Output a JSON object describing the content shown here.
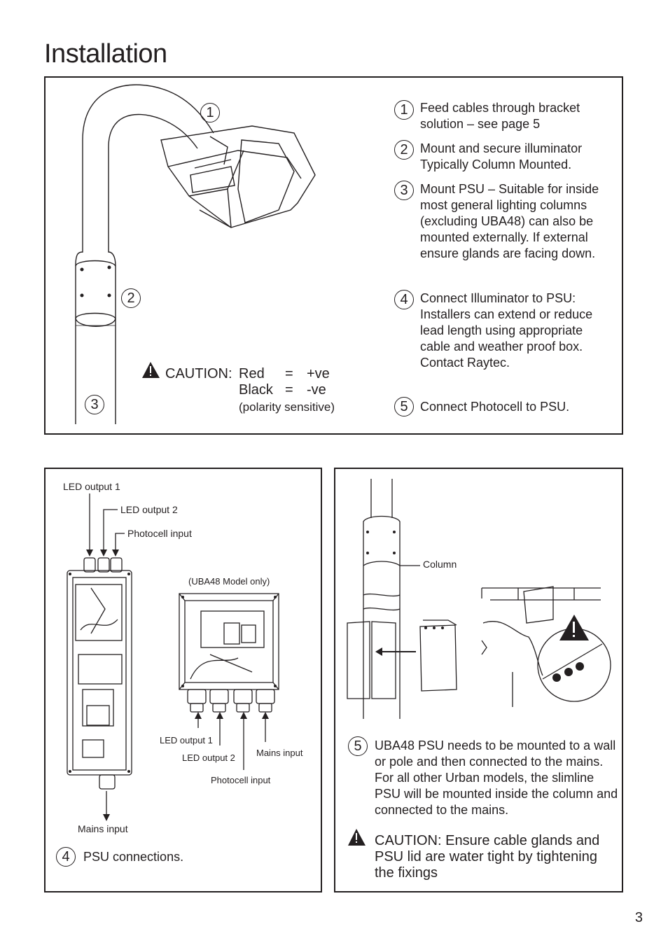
{
  "page": {
    "title": "Installation",
    "number": "3"
  },
  "top_panel": {
    "callouts": [
      "1",
      "2",
      "3"
    ],
    "caution": {
      "label": "CAUTION:",
      "red": "Red",
      "red_value": "+ve",
      "black": "Black",
      "black_value": "-ve",
      "eq": "=",
      "note": "(polarity sensitive)"
    },
    "steps": [
      {
        "num": "1",
        "text": "Feed cables through bracket solution – see page 5"
      },
      {
        "num": "2",
        "text": "Mount and secure illuminator Typically Column Mounted."
      },
      {
        "num": "3",
        "text": "Mount PSU – Suitable for inside most general lighting columns (excluding UBA48) can also be mounted externally. If external ensure glands are facing down."
      },
      {
        "num": "4",
        "text": "Connect Illuminator to PSU: Installers can extend or reduce lead length using appropriate cable and weather proof box. Contact Raytec."
      },
      {
        "num": "5",
        "text": "Connect Photocell to PSU."
      }
    ]
  },
  "psu_panel": {
    "labels": {
      "led_output_1": "LED output 1",
      "led_output_2": "LED output 2",
      "photocell_input": "Photocell input",
      "mains_input": "Mains input",
      "uba48_only": "(UBA48 Model only)",
      "uba_led_output_1": "LED output 1",
      "uba_led_output_2": "LED output 2",
      "uba_photocell_input": "Photocell input",
      "uba_mains_input": "Mains input"
    },
    "step": {
      "num": "4",
      "text": "PSU connections."
    }
  },
  "mount_panel": {
    "column_label": "Column",
    "step": {
      "num": "5",
      "text": "UBA48 PSU needs to be mounted to a wall or pole and then connected to the mains. For all other Urban models, the slimline PSU will be mounted inside the column and connected to the mains."
    },
    "caution": {
      "label": "CAUTION:",
      "text": "Ensure cable glands and PSU lid are water tight by tightening the fixings"
    }
  },
  "colors": {
    "ink": "#231f20",
    "background": "#ffffff"
  },
  "icons": [
    "warning-triangle-icon"
  ]
}
